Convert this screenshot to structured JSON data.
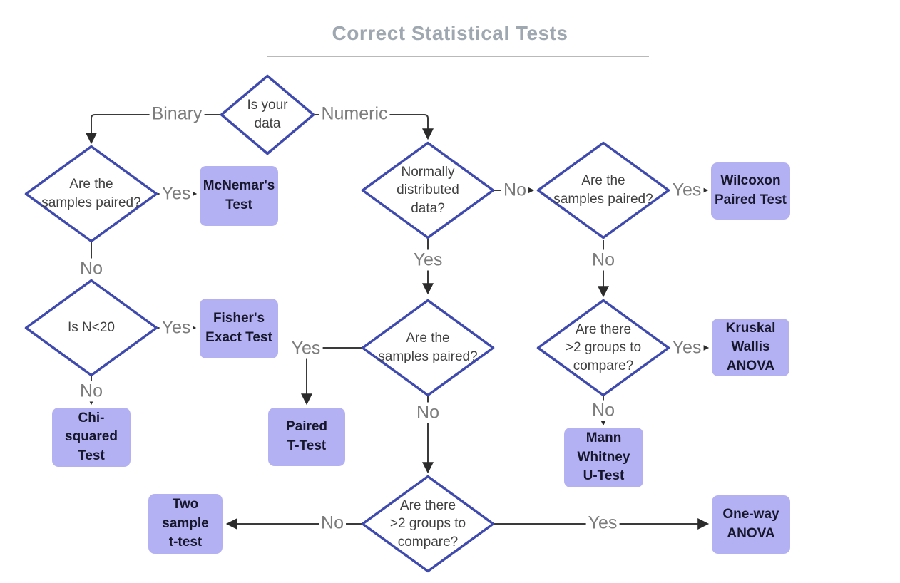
{
  "title": "Correct Statistical Tests",
  "colors": {
    "diamond_border": "#3f4aae",
    "result_fill": "#b3b1f3",
    "connector": "#3a3a3a",
    "edge_label_gray": "#7c7c7c",
    "title_gray": "#9fa7b0"
  },
  "labels": {
    "binary": "Binary",
    "numeric": "Numeric",
    "yes": "Yes",
    "no": "No"
  },
  "decisions": {
    "root": "Is your\ndata",
    "samples_paired": "Are the\nsamples paired?",
    "n20": "Is N<20",
    "normal": "Normally\ndistributed\ndata?",
    "groups": "Are there\n>2 groups to\ncompare?"
  },
  "results": {
    "mcnemar": "McNemar's\nTest",
    "fisher": "Fisher's\nExact Test",
    "chisq": "Chi-squared\nTest",
    "wilcoxon": "Wilcoxon\nPaired Test",
    "kruskal": "Kruskal\nWallis\nANOVA",
    "mann": "Mann\nWhitney\nU-Test",
    "paired_t": "Paired\nT-Test",
    "two_sample": "Two\nsample\nt-test",
    "oneway": "One-way\nANOVA"
  }
}
